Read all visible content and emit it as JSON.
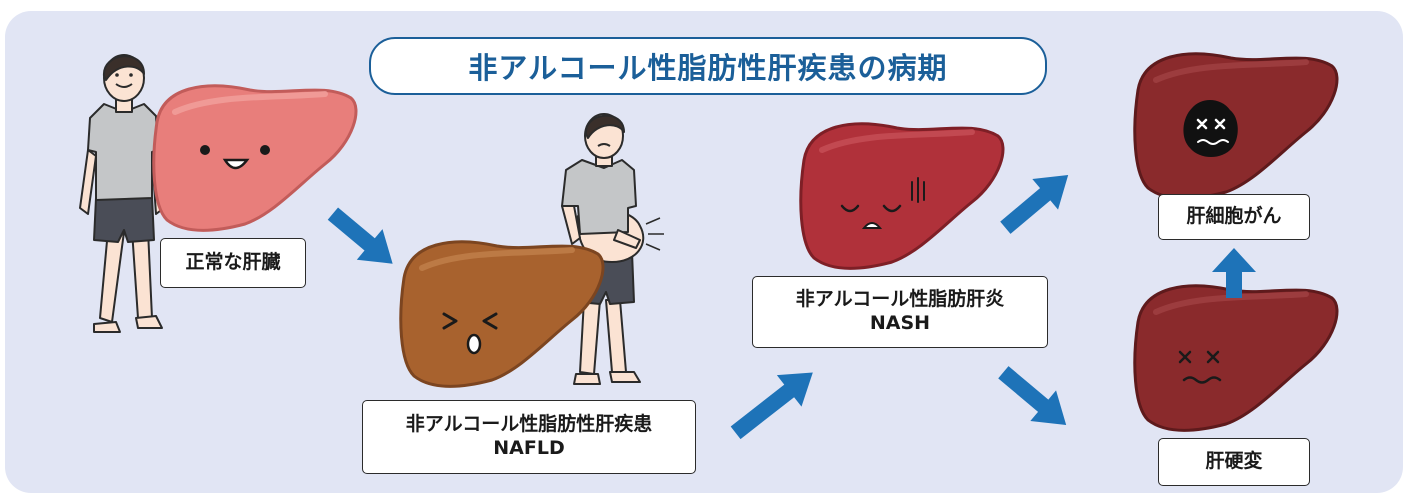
{
  "title": "非アルコール性脂肪性肝疾患の病期",
  "stages": {
    "normal": {
      "label": "正常な肝臓"
    },
    "nafld": {
      "label": "非アルコール性脂肪性肝疾患",
      "abbr": "NAFLD"
    },
    "nash": {
      "label": "非アルコール性脂肪肝炎",
      "abbr": "NASH"
    },
    "hcc": {
      "label": "肝細胞がん"
    },
    "cirrhosis": {
      "label": "肝硬変"
    }
  },
  "colors": {
    "background": "#e1e5f4",
    "title": "#1b5f99",
    "arrow": "#1e73b8",
    "normal_liver": "#e87e7b",
    "fatty_liver": "#a8622e",
    "nash_liver": "#b0313a",
    "late_liver": "#8a2a2c"
  }
}
